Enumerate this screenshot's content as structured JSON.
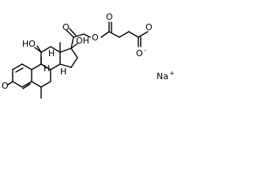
{
  "molecule": {
    "atom_labels": {
      "ketone_o_top": "O",
      "ester_o": "O",
      "ester_carbonyl_o": "O",
      "carboxylate_o_top": "O",
      "carboxylate_o_minus": "O",
      "minus_sign": "-",
      "oh_11": "HO",
      "oh_17": "OH",
      "ketone_o_3": "O",
      "h_8": "H",
      "h_9": "H",
      "h_14": "H",
      "sodium": "Na",
      "sodium_charge": "+"
    }
  }
}
